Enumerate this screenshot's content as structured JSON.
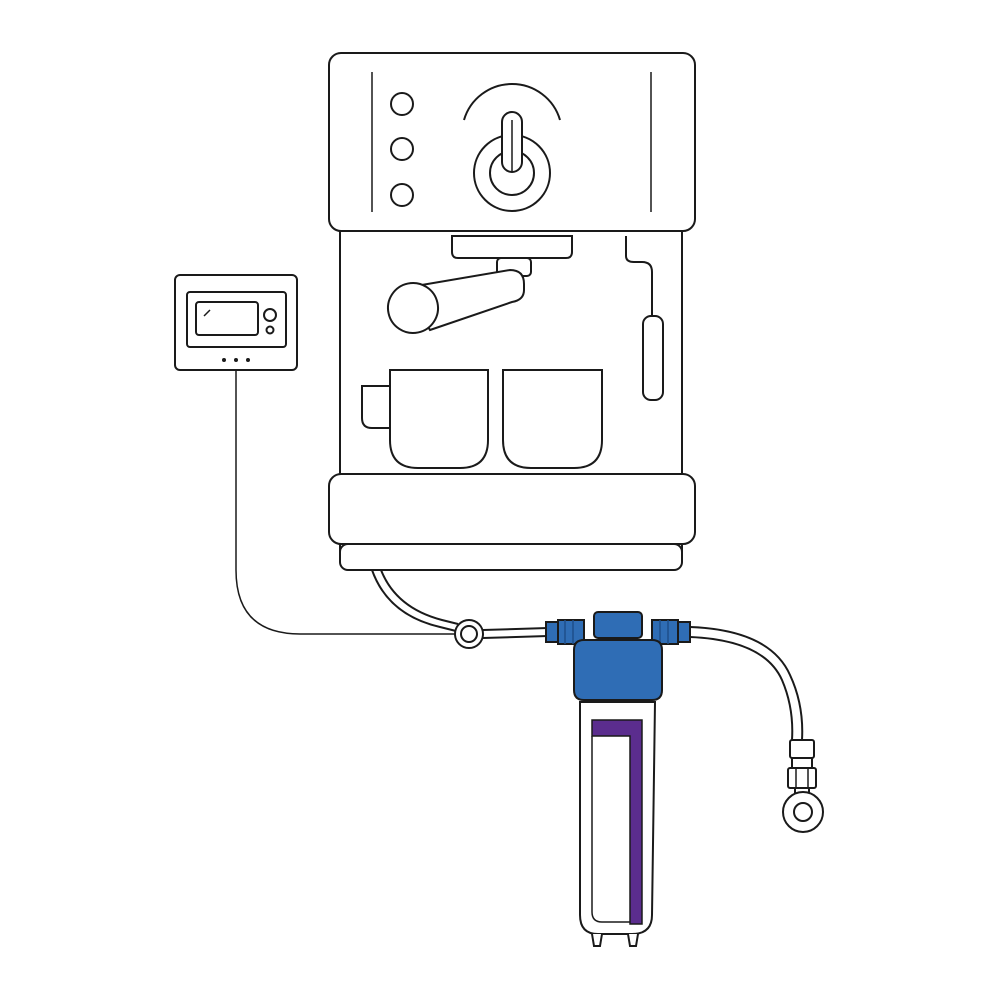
{
  "colors": {
    "outline": "#1a1a1a",
    "background": "#ffffff",
    "filter_head": "#2f6db5",
    "filter_head_dark": "#1f4f8a",
    "cartridge_label": "#5b2d8e",
    "fitting_blue": "#2f6db5"
  },
  "components": {
    "espresso_machine": "espresso-machine",
    "monitor_display": "flow-monitor",
    "water_filter": "water-filter",
    "water_inlet": "water-inlet-valve",
    "flow_sensor": "flow-sensor"
  }
}
